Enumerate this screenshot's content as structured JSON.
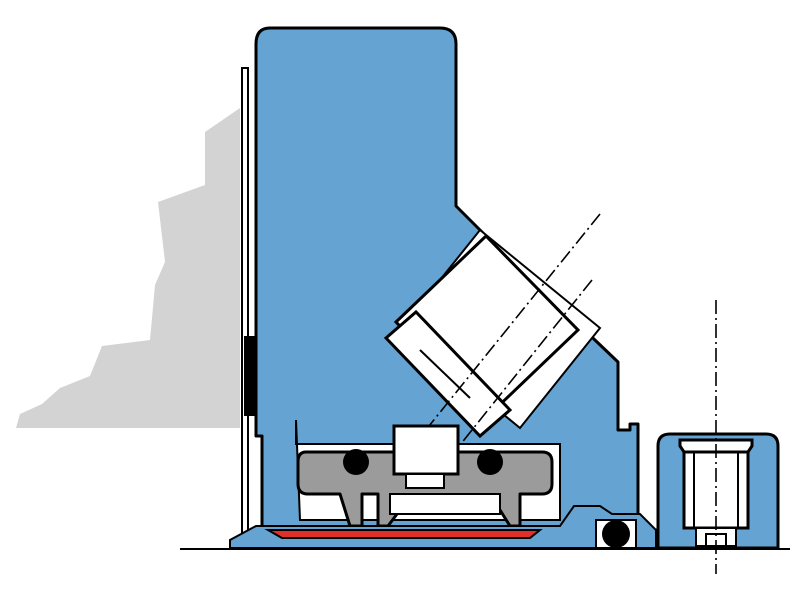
{
  "diagram": {
    "kind": "mechanical seal cross-section",
    "colors": {
      "housing": "#65a3d2",
      "rock": "#d3d3d3",
      "gasket": "#e0302c",
      "ring": "#9b9b9b",
      "outline": "#000000",
      "background": "#ffffff"
    },
    "parts": [
      "rock-surface",
      "wall-plate",
      "black-pad",
      "main-housing",
      "angled-sleeve",
      "centerline-axes",
      "seal-ring-assembly",
      "o-ring-left",
      "o-ring-right",
      "center-block",
      "base-plate",
      "red-gasket",
      "bottom-o-ring",
      "bolt-housing",
      "bolt",
      "vertical-axis",
      "ground-line"
    ]
  }
}
